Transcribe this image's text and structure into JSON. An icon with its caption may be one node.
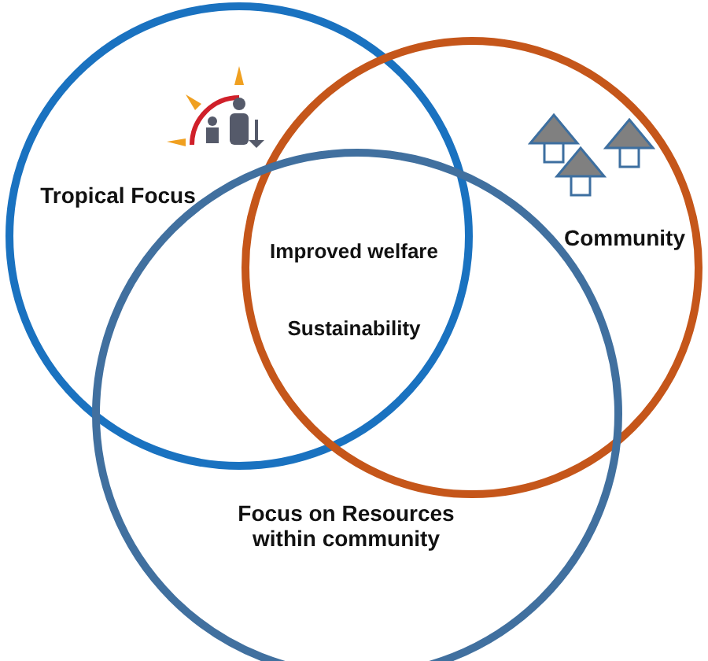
{
  "diagram": {
    "nodes": [
      {
        "text": [
          "Tropical Focus"
        ]
      },
      {
        "text": [
          "Community"
        ]
      },
      {
        "text": [
          "Focus on Resources within community"
        ]
      }
    ],
    "edges": [],
    "labels": [
      "Improved welfare",
      "Sustainability"
    ]
  }
}
